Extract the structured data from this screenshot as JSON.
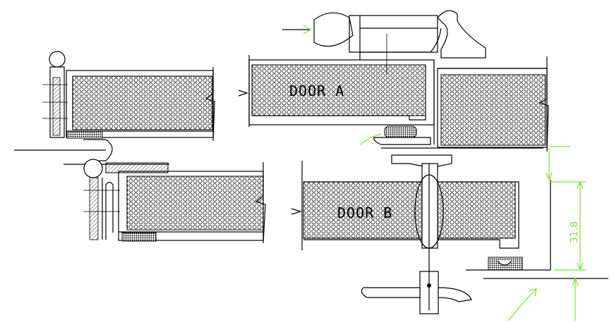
{
  "labels": {
    "door_a": "DOOR A",
    "door_b": "DOOR B",
    "dimension": "31.8"
  },
  "colors": {
    "line": "#000000",
    "dimension": "#7de33a",
    "background": "#ffffff"
  }
}
